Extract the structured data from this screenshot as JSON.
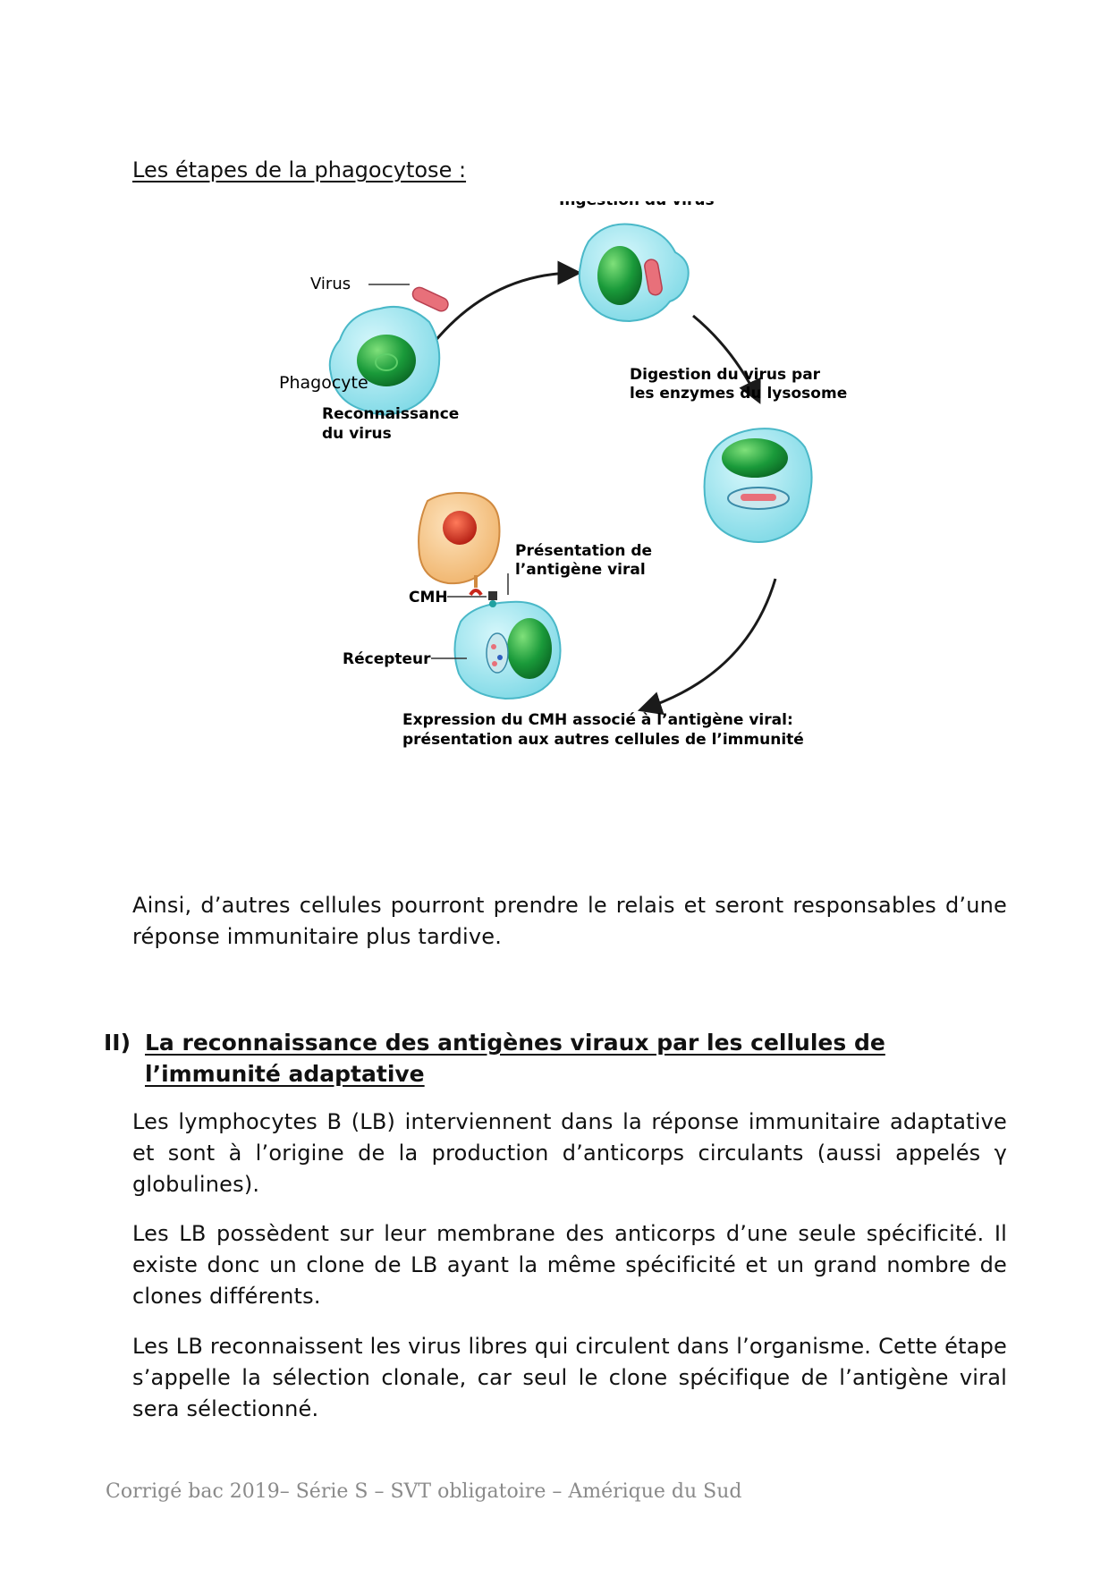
{
  "caption": "Les étapes de la phagocytose :",
  "diagram": {
    "label_ingestion": "Ingestion du virus",
    "label_virus": "Virus",
    "label_phagocyte": "Phagocyte",
    "label_reconnaissance_1": "Reconnaissance",
    "label_reconnaissance_2": "du virus",
    "label_digestion_1": "Digestion du virus par",
    "label_digestion_2": "les enzymes du lysosome",
    "label_presentation_1": "Présentation de",
    "label_presentation_2": "l’antigène viral",
    "label_cmh": "CMH",
    "label_recepteur": "Récepteur",
    "label_expression_1": "Expression du CMH associé à l’antigène viral:",
    "label_expression_2": "présentation aux autres cellules de l’immunité"
  },
  "paragraph_1": "Ainsi, d’autres cellules pourront prendre le relais et seront responsables d’une réponse immunitaire plus tardive.",
  "section_ii": {
    "number": "II)",
    "title": "La reconnaissance des antigènes viraux par les cellules de l’immunité adaptative"
  },
  "paragraph_2": "Les lymphocytes B (LB) interviennent dans la réponse immunitaire adaptative et sont à l’origine de la production d’anticorps circulants (aussi appelés γ globulines).",
  "paragraph_3": "Les LB possèdent sur leur membrane des anticorps d’une seule spécificité. Il existe donc un clone de LB ayant la même spécificité et un grand nombre de clones différents.",
  "paragraph_4": "Les LB reconnaissent les virus libres qui circulent dans l’organisme. Cette étape s’appelle la sélection clonale, car seul le clone spécifique de l’antigène viral sera sélectionné.",
  "footer": "Corrigé bac 2019– Série S – SVT obligatoire – Amérique du Sud",
  "colors": {
    "cell_cyan": "#8fe3ee",
    "nucleus_green": "#1a9a3a",
    "virus_pink": "#e8707a",
    "lymphocyte_orange": "#f7c68a",
    "lymphocyte_nucleus": "#c8261a"
  }
}
